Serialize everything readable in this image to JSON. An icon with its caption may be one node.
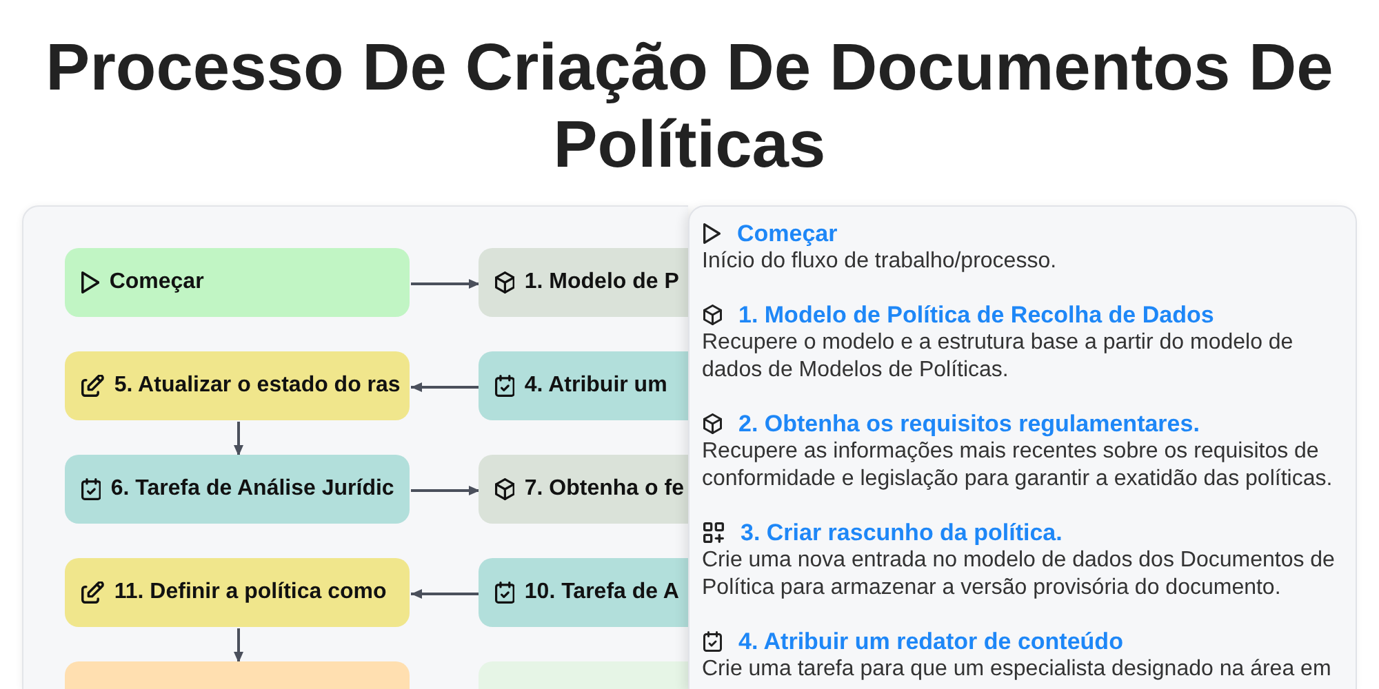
{
  "diagram": {
    "title": "Processo De Criação De Documentos De Políticas",
    "nodes": [
      {
        "text": [],
        "shape": "box"
      },
      {
        "text": [
          "Começar"
        ],
        "in": 0
      },
      {
        "text": [
          "1. Modelo de P"
        ],
        "in": 0
      },
      {
        "text": [
          "5. Atualizar o estado do ras"
        ],
        "in": 0
      },
      {
        "text": [
          "4. Atribuir um"
        ],
        "in": 0
      },
      {
        "text": [
          "6. Tarefa de Análise Jurídic"
        ],
        "in": 0
      },
      {
        "text": [
          "7. Obtenha o fe"
        ],
        "in": 0
      },
      {
        "text": [
          "11. Definir a política como"
        ],
        "in": 0
      },
      {
        "text": [
          "10. Tarefa de A"
        ],
        "in": 0
      },
      {
        "text": [],
        "shape": "box",
        "in": 0
      },
      {
        "text": [],
        "shape": "box",
        "in": 0
      },
      {
        "text": [
          "Começar",
          "Início do fluxo de trabalho/processo.",
          "1. Modelo de Política de Recolha de Dados",
          "Recupere o modelo e a estrutura base a partir do modelo de dados de Modelos de Políticas.",
          "2. Obtenha os requisitos regulamentares.",
          "Recupere as informações mais recentes sobre os requisitos de conformidade e legislação para garantir a exatidão das políticas.",
          "3. Criar rascunho da política.",
          "Crie uma nova entrada no modelo de dados dos Documentos de Política para armazenar a versão provisória do documento.",
          "4. Atribuir um redator de conteúdo",
          "Crie uma tarefa para que um especialista designado na área em"
        ]
      }
    ],
    "edges": [
      {
        "from": 1,
        "to": 2,
        "arrow": "to"
      },
      {
        "from": 4,
        "to": 3,
        "arrow": "to"
      },
      {
        "from": 3,
        "to": 5,
        "arrow": "to"
      },
      {
        "from": 5,
        "to": 6,
        "arrow": "to"
      },
      {
        "from": 8,
        "to": 7,
        "arrow": "to"
      },
      {
        "from": 7,
        "to": 9,
        "arrow": "to"
      }
    ]
  }
}
